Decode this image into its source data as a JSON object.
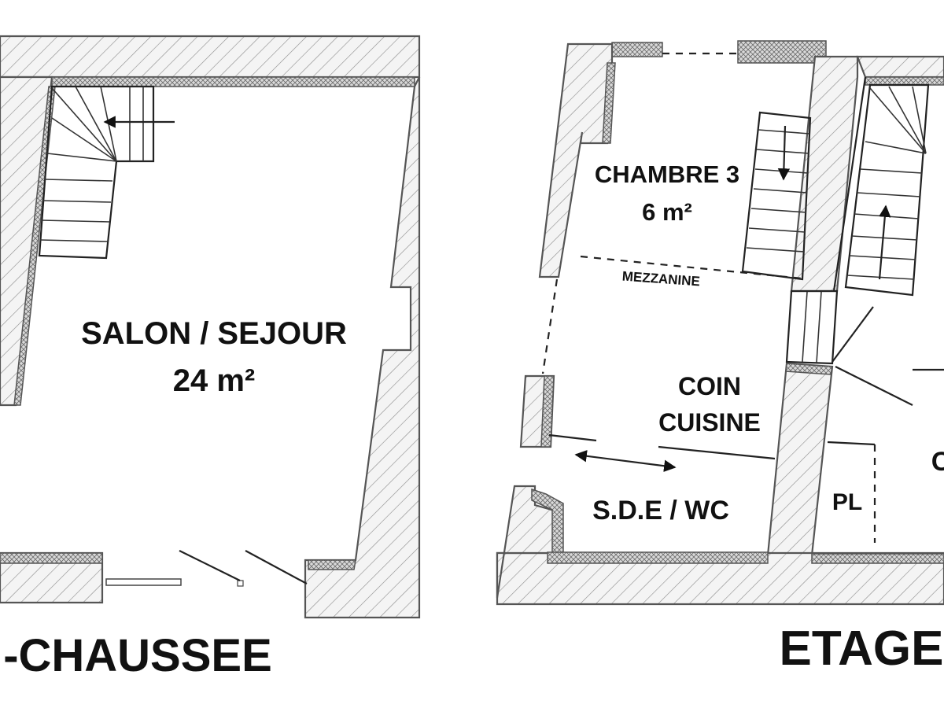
{
  "ground_floor": {
    "title": "-CHAUSSEE",
    "room": {
      "name": "SALON / SEJOUR",
      "area": "24 m²"
    }
  },
  "upper_floor": {
    "title": "ETAGE",
    "rooms": {
      "chambre": {
        "name": "CHAMBRE 3",
        "area": "6 m²"
      },
      "mezzanine": "MEZZANINE",
      "kitchen_line1": "COIN",
      "kitchen_line2": "CUISINE",
      "bathroom": "S.D.E / WC",
      "closet": "PL",
      "partial_label": "C"
    }
  }
}
